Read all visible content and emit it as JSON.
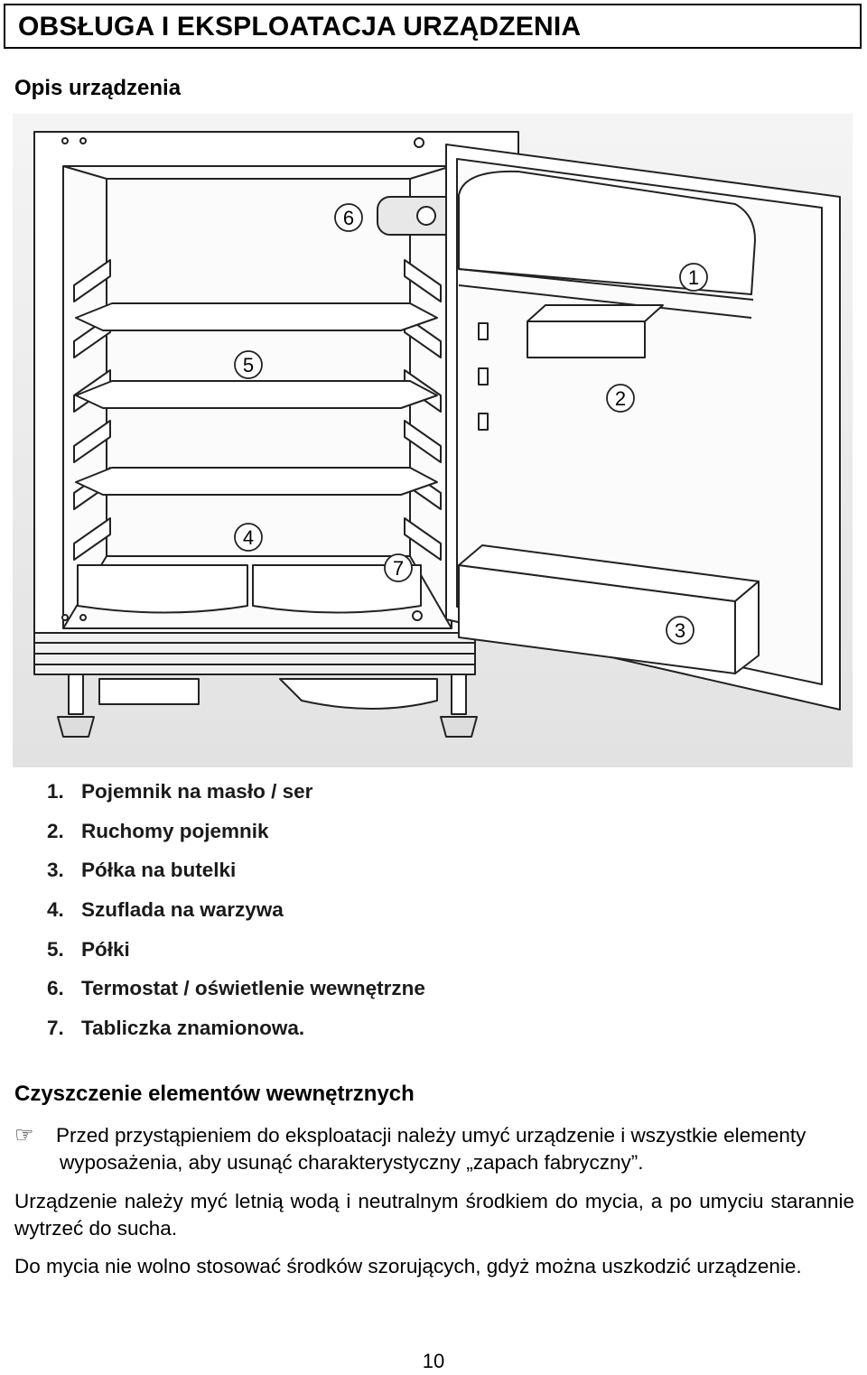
{
  "header": {
    "title": "OBSŁUGA I EKSPLOATACJA URZĄDZENIA"
  },
  "section_description": {
    "title": "Opis urządzenia"
  },
  "diagram": {
    "callouts": [
      "1",
      "2",
      "3",
      "4",
      "5",
      "6",
      "7"
    ]
  },
  "parts": [
    {
      "num": "1.",
      "label": "Pojemnik na masło / ser"
    },
    {
      "num": "2.",
      "label": "Ruchomy pojemnik"
    },
    {
      "num": "3.",
      "label": "Półka na butelki"
    },
    {
      "num": "4.",
      "label": "Szuflada na warzywa"
    },
    {
      "num": "5.",
      "label": "Półki"
    },
    {
      "num": "6.",
      "label": "Termostat / oświetlenie wewnętrzne"
    },
    {
      "num": "7.",
      "label": "Tabliczka znamionowa."
    }
  ],
  "section_cleaning": {
    "title": "Czyszczenie elementów wewnętrznych",
    "tip_icon": "pointing-hand-icon",
    "tip": "Przed przystąpieniem do eksploatacji należy umyć urządzenie i wszystkie elementy wyposażenia, aby usunąć charakterystyczny „zapach fabryczny”.",
    "para1": "Urządzenie należy myć letnią wodą i neutralnym środkiem do mycia, a po umyciu starannie wytrzeć do sucha.",
    "para2": "Do mycia nie wolno stosować środków szorujących, gdyż można uszkodzić urządzenie."
  },
  "footer": {
    "page_number": "10"
  }
}
